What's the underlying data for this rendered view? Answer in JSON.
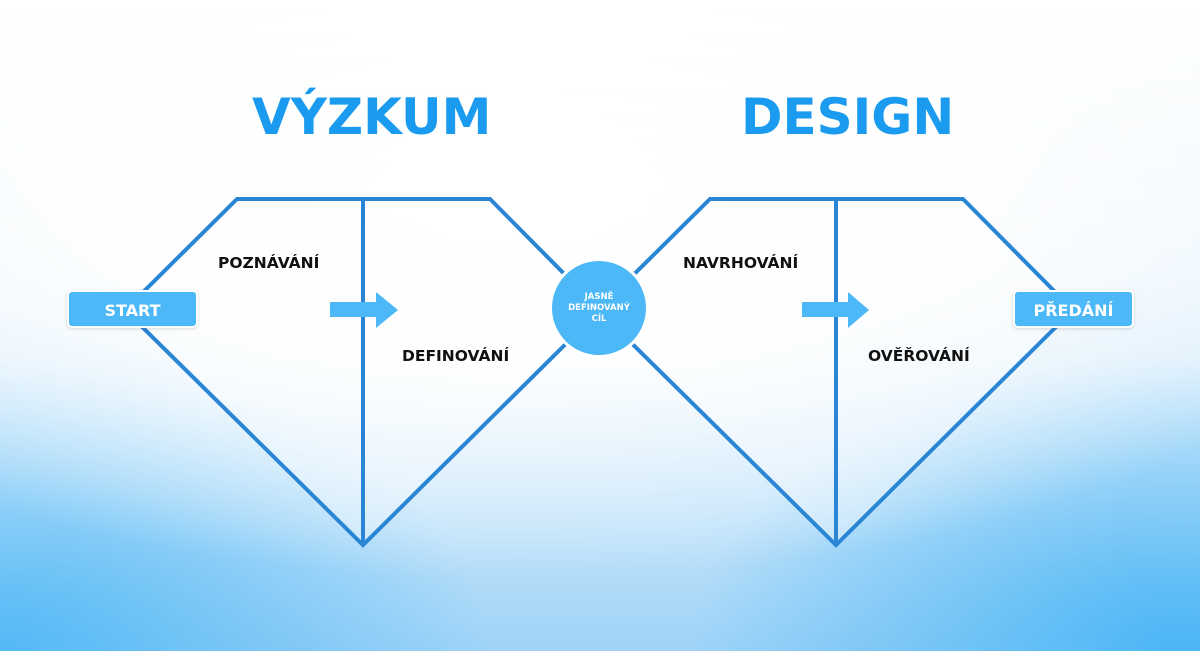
{
  "headings": {
    "research": "VÝZKUM",
    "design": "DESIGN"
  },
  "phases": {
    "discover": "POZNÁVÁNÍ",
    "define": "DEFINOVÁNÍ",
    "develop": "NAVRHOVÁNÍ",
    "deliver": "OVĚŘOVÁNÍ"
  },
  "badges": {
    "start": "START",
    "handoff": "PŘEDÁNÍ"
  },
  "goal": {
    "line1": "JASNĚ",
    "line2": "DEFINOVANÝ",
    "line3": "CÍL"
  },
  "colors": {
    "accent": "#1a9bef",
    "line": "#2a86d4",
    "badge": "#4db8f7",
    "text": "#111111"
  }
}
